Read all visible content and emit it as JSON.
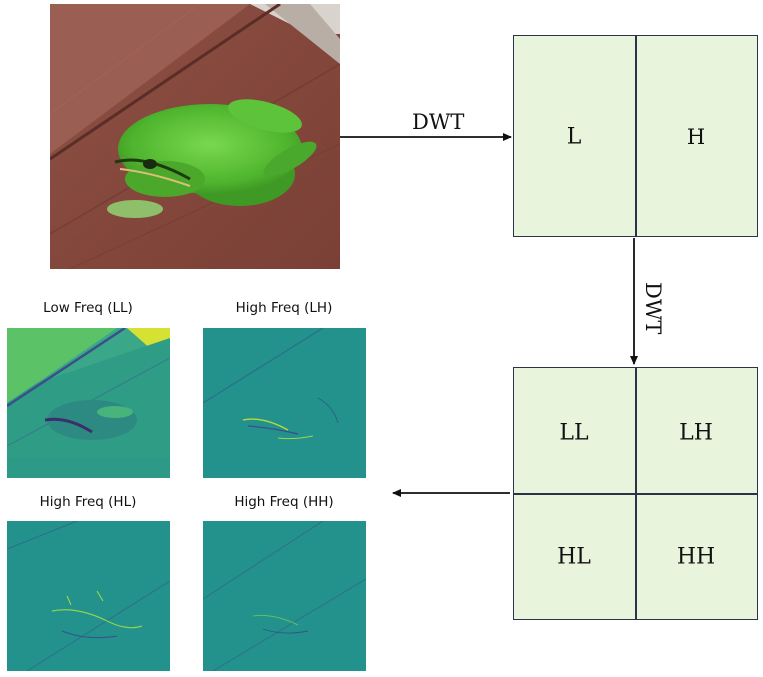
{
  "transform_label": "DWT",
  "level1": {
    "cells": [
      "L",
      "H"
    ]
  },
  "level2": {
    "cells": [
      "LL",
      "LH",
      "HL",
      "HH"
    ]
  },
  "subbands": [
    {
      "title": "Low Freq (LL)"
    },
    {
      "title": "High Freq (LH)"
    },
    {
      "title": "High Freq (HL)"
    },
    {
      "title": "High Freq (HH)"
    }
  ],
  "colors": {
    "grid_fill": "#e8f4dc",
    "grid_border": "#2a3347",
    "arrow": "#111111",
    "frog_green": "#5cc43a",
    "wood_brown": "#8a4a3c",
    "viridis_teal": "#23918c",
    "viridis_yellow": "#c8e020"
  }
}
